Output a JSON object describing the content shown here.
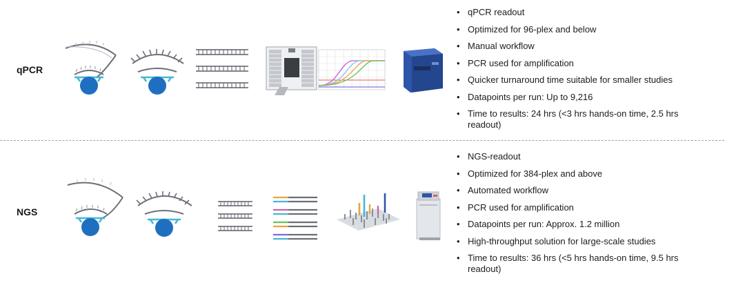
{
  "rows": [
    {
      "label": "qPCR",
      "bullets": [
        "qPCR readout",
        "Optimized for 96-plex and below",
        "Manual workflow",
        "PCR used for amplification",
        "Quicker turnaround time suitable for smaller studies",
        "Datapoints per run: Up to 9,216",
        "Time to results: 24 hrs (<3 hrs hands-on time, 2.5 hrs readout)"
      ]
    },
    {
      "label": "NGS",
      "bullets": [
        "NGS-readout",
        "Optimized for 384-plex and above",
        "Automated workflow",
        "PCR used for amplification",
        "Datapoints per run: Approx. 1.2 million",
        "High-throughput solution for large-scale studies",
        "Time to results: 36 hrs (<5 hrs hands-on time, 9.5 hrs readout)"
      ]
    }
  ],
  "colors": {
    "probe_blue": "#1f6fc1",
    "probe_cyan": "#45b6d8",
    "arc_gray": "#6b6f77",
    "instrument_blue": "#2d55a8",
    "text": "#1c1c1c"
  },
  "icons": [
    "probe-hybridization-icon",
    "probe-extension-icon",
    "dna-strands-icon",
    "qpcr-chip-icon",
    "amplification-curve-icon",
    "qpcr-instrument-icon",
    "dna-barcoded-strands-icon",
    "ngs-peaks-icon",
    "ngs-sequencer-icon"
  ]
}
